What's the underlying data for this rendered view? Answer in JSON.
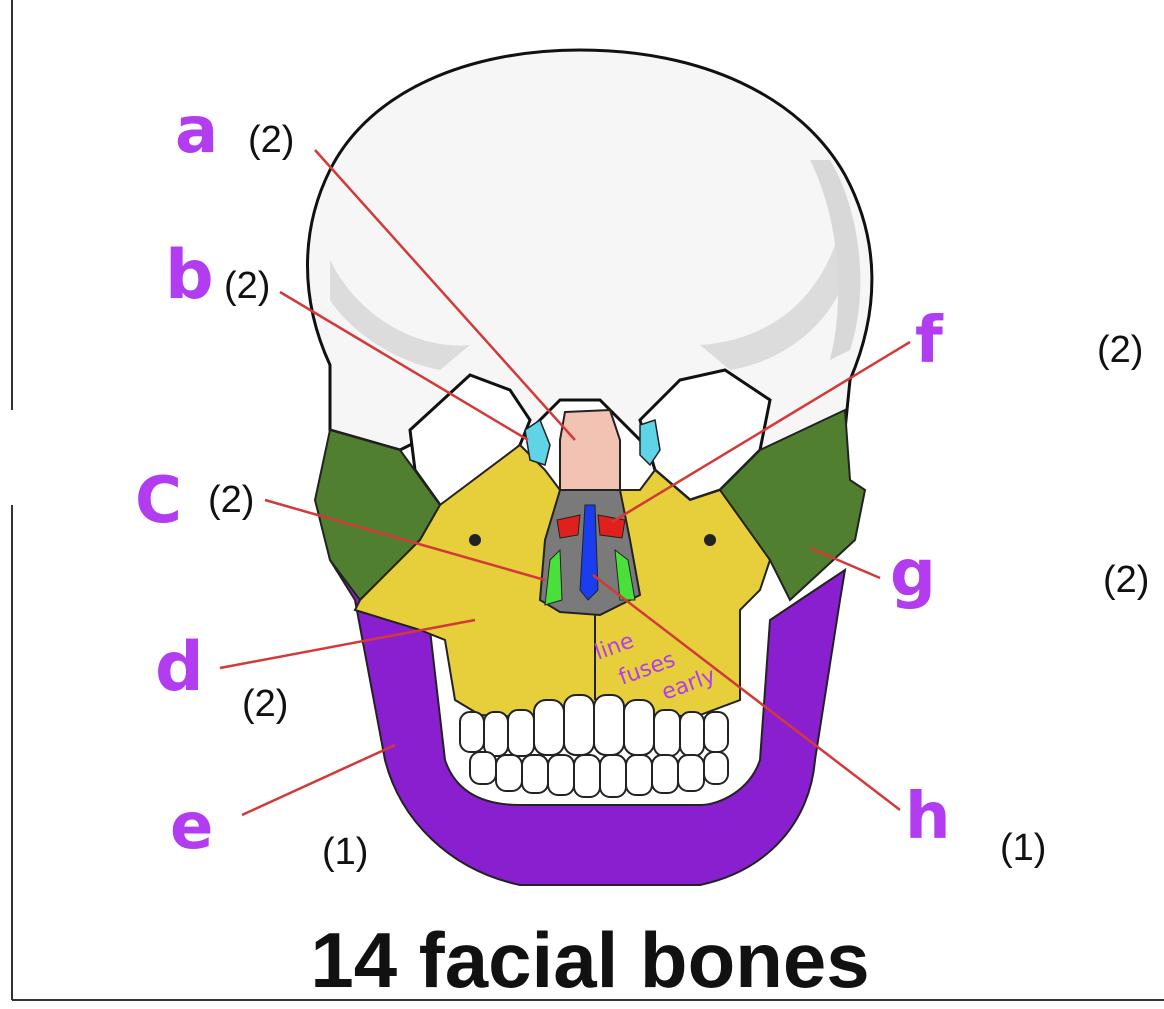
{
  "title": "14 facial bones",
  "labels": [
    {
      "id": "a",
      "letter": "a",
      "count": "(2)"
    },
    {
      "id": "b",
      "letter": "b",
      "count": "(2)"
    },
    {
      "id": "c",
      "letter": "C",
      "count": "(2)"
    },
    {
      "id": "d",
      "letter": "d",
      "count": "(2)"
    },
    {
      "id": "e",
      "letter": "e",
      "count": "(1)"
    },
    {
      "id": "f",
      "letter": "f",
      "count": "(2)"
    },
    {
      "id": "g",
      "letter": "g",
      "count": "(2)"
    },
    {
      "id": "h",
      "letter": "h",
      "count": "(1)"
    }
  ],
  "annotation": [
    "line",
    "fuses",
    "early"
  ],
  "colors": {
    "label_letters": "#b23cf0",
    "leader_lines": "#d23a3a",
    "nasal": "#f2c3b3",
    "lacrimal": "#5fd3e8",
    "zygomatic": "#4f7f2f",
    "maxilla": "#e6cf3a",
    "mandible": "#8a1fd0",
    "inferior_nasal_concha": "#49e03a",
    "vomer": "#1a3df0",
    "palatine": "#e0201c",
    "nasal_cavity": "#7a7a7a",
    "skull": "#f4f4f4"
  }
}
